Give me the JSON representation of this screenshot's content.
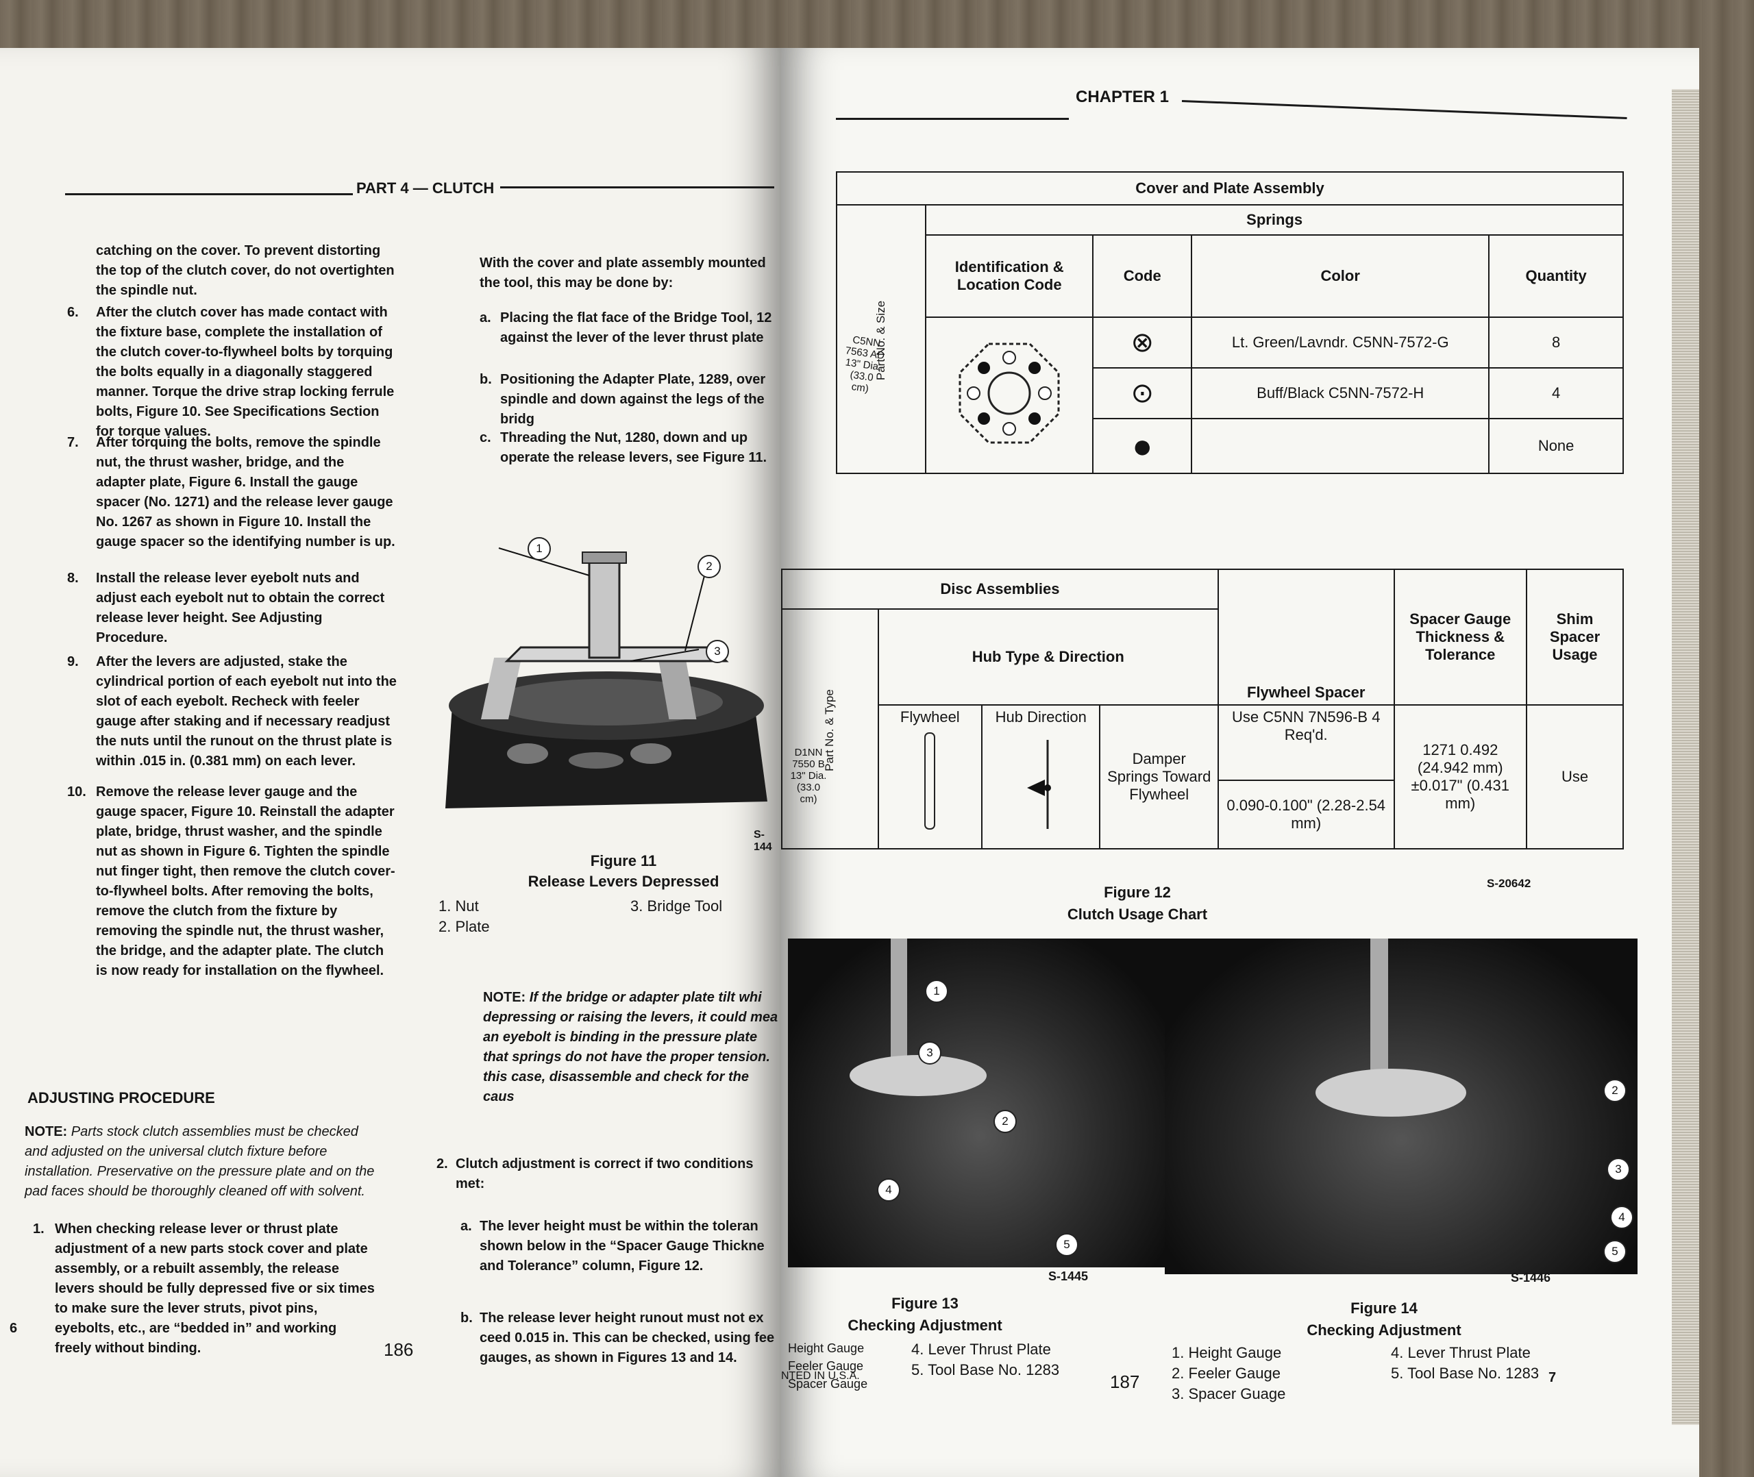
{
  "left_page": {
    "header": "PART 4 — CLUTCH",
    "col1": {
      "intro": "catching on the cover. To prevent distorting the top of the clutch cover, do not overtighten the spindle nut.",
      "items": [
        {
          "num": "6.",
          "text": "After the clutch cover has made contact with the fixture base, complete the installation of the clutch cover-to-flywheel bolts by torquing the bolts equally in a diagonally staggered manner. Torque the drive strap locking ferrule bolts, Figure 10. See Specifications Section for torque values."
        },
        {
          "num": "7.",
          "text": "After torquing the bolts, remove the spindle nut, the thrust washer, bridge, and the adapter plate, Figure 6. Install the gauge spacer (No. 1271) and the release lever gauge No. 1267 as shown in Figure 10. Install the gauge spacer so the identifying number is up."
        },
        {
          "num": "8.",
          "text": "Install the release lever eyebolt nuts and adjust each eyebolt nut to obtain the correct release lever height. See Adjusting Procedure."
        },
        {
          "num": "9.",
          "text": "After the levers are adjusted, stake the cylindrical portion of each eyebolt nut into the slot of each eyebolt. Recheck with feeler gauge after staking and if necessary readjust the nuts until the runout on the thrust plate is within .015 in. (0.381 mm) on each lever."
        },
        {
          "num": "10.",
          "text": "Remove the release lever gauge and the gauge spacer, Figure 10. Reinstall the adapter plate, bridge, thrust washer, and the spindle nut as shown in Figure 6. Tighten the spindle nut finger tight, then remove the clutch cover-to-flywheel bolts. After removing the bolts, remove the clutch from the fixture by removing the spindle nut, the thrust washer, the bridge, and the adapter plate. The clutch is now ready for installation on the flywheel."
        }
      ],
      "adjusting_heading": "ADJUSTING PROCEDURE",
      "note_label": "NOTE:",
      "note_text": "Parts stock clutch assemblies must be checked and adjusted on the universal clutch fixture before installation. Preservative on the pressure plate and on the pad faces should be thoroughly cleaned off with solvent.",
      "step1_num": "1.",
      "step1_text": "When checking release lever or thrust plate adjustment of a new parts stock cover and plate assembly, or a rebuilt assembly, the release levers should be fully depressed five or six times to make sure the lever struts, pivot pins, eyebolts, etc., are “bedded in” and working freely without binding."
    },
    "col2": {
      "intro": "With the cover and plate assembly mounted the tool, this may be done by:",
      "subs": [
        {
          "num": "a.",
          "text": "Placing the flat face of the Bridge Tool, 12 against the lever of the lever thrust plate"
        },
        {
          "num": "b.",
          "text": "Positioning the Adapter Plate, 1289, over spindle and down against the legs of the bridg"
        },
        {
          "num": "c.",
          "text": "Threading the Nut, 1280, down and up operate the release levers, see Figure 11."
        }
      ],
      "fig11_code": "S-144",
      "fig11_title": "Figure 11",
      "fig11_caption": "Release Levers Depressed",
      "fig11_legend": [
        "1. Nut",
        "2. Plate",
        "3. Bridge Tool"
      ],
      "note_label": "NOTE:",
      "note_text": "If the bridge or adapter plate tilt whi depressing or raising the levers, it could mea an eyebolt is binding in the pressure plate that springs do not have the proper tension. this case, disassemble and check for the caus",
      "item2_num": "2.",
      "item2_text": "Clutch adjustment is correct if two conditions met:",
      "item2_subs": [
        {
          "num": "a.",
          "text": "The lever height must be within the toleran shown below in the “Spacer Gauge Thickne and Tolerance” column, Figure 12."
        },
        {
          "num": "b.",
          "text": "The release lever height runout must not ex ceed 0.015 in. This can be checked, using fee gauges, as shown in Figures 13 and 14."
        }
      ]
    },
    "page_num_small": "6",
    "page_num": "186"
  },
  "right_page": {
    "chapter": "CHAPTER 1",
    "table1": {
      "title": "Cover and Plate Assembly",
      "subtitle": "Springs",
      "col_part": "Part No. & Size",
      "col_ident": "Identification & Location Code",
      "col_code": "Code",
      "col_color": "Color",
      "col_qty": "Quantity",
      "part_value": "C5NN 7563 AD 13\" Dia. (33.0 cm)",
      "code_symbols": [
        "⊗",
        "⊙",
        "●"
      ],
      "rows": [
        {
          "color": "Lt. Green/Lavndr. C5NN-7572-G",
          "qty": "8"
        },
        {
          "color": "Buff/Black C5NN-7572-H",
          "qty": "4"
        },
        {
          "color": "",
          "qty": "None"
        }
      ]
    },
    "table2": {
      "title": "Disc Assemblies",
      "col_part": "Part No. & Type",
      "col_hub": "Hub Type & Direction",
      "col_flywheel": "Flywheel",
      "col_hubdir": "Hub Direction",
      "col_spacer": "Flywheel Spacer",
      "col_gauge": "Spacer Gauge Thickness & Tolerance",
      "col_shim": "Shim Spacer Usage",
      "part_value": "D1NN 7550 B 13\" Dia. (33.0 cm)",
      "damper": "Damper Springs Toward Flywheel",
      "spacer_value": "Use C5NN 7N596-B 4 Req'd.",
      "spacer_dim": "0.090-0.100\" (2.28-2.54 mm)",
      "gauge_value": "1271 0.492 (24.942 mm) ±0.017\" (0.431 mm)",
      "shim_value": "Use"
    },
    "fig12_code": "S-20642",
    "fig12_title": "Figure 12",
    "fig12_caption": "Clutch Usage Chart",
    "fig13_code": "S-1445",
    "fig13_title": "Figure 13",
    "fig13_caption": "Checking Adjustment",
    "fig13_legend_left": [
      "Height Gauge",
      "Feeler Gauge",
      "Spacer Gauge"
    ],
    "fig13_legend_right": [
      "4. Lever Thrust Plate",
      "5. Tool Base No. 1283"
    ],
    "fig14_code": "S-1446",
    "fig14_title": "Figure 14",
    "fig14_caption": "Checking Adjustment",
    "fig14_legend_left": [
      "1. Height Gauge",
      "2. Feeler Gauge",
      "3. Spacer Guage"
    ],
    "fig14_legend_right": [
      "4. Lever Thrust Plate",
      "5. Tool Base No. 1283"
    ],
    "printed": "NTED IN U.S.A.",
    "page_num": "187",
    "page_num_small": "7"
  }
}
